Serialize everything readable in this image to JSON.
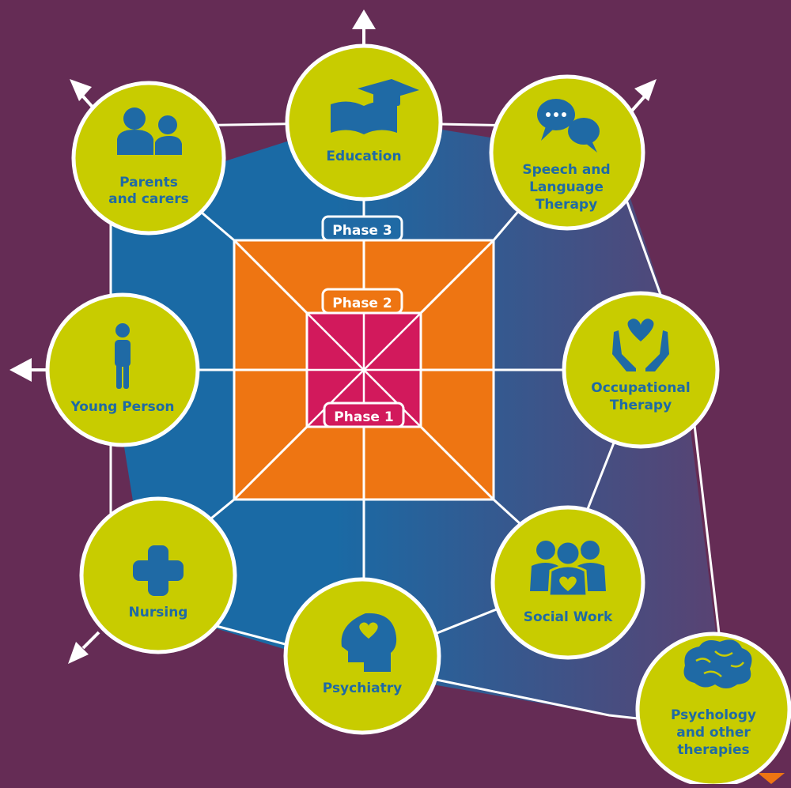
{
  "colors": {
    "background": "#652c55",
    "web_blue": "#1a6aa5",
    "web_purple": "#5e3f6e",
    "phase3_fill": "#ee7512",
    "phase1_fill": "#d2195c",
    "node_fill": "#c8cc00",
    "node_text": "#1f6aa5",
    "lines": "#ffffff"
  },
  "phases": [
    {
      "label": "Phase 3",
      "tab_color": "#1f6aa5"
    },
    {
      "label": "Phase 2",
      "tab_color": "#ee7512"
    },
    {
      "label": "Phase 1",
      "tab_color": "#d2195c"
    }
  ],
  "nodes": {
    "education": {
      "lines": [
        "Education"
      ],
      "icon": "book-graduation-cap-icon"
    },
    "parents": {
      "lines": [
        "Parents",
        "and carers"
      ],
      "icon": "parent-child-icon"
    },
    "speech": {
      "lines": [
        "Speech and",
        "Language",
        "Therapy"
      ],
      "icon": "speech-bubbles-icon"
    },
    "young_person": {
      "lines": [
        "Young Person"
      ],
      "icon": "person-icon"
    },
    "occupational": {
      "lines": [
        "Occupational",
        "Therapy"
      ],
      "icon": "hands-heart-icon"
    },
    "nursing": {
      "lines": [
        "Nursing"
      ],
      "icon": "plus-cross-icon"
    },
    "psychiatry": {
      "lines": [
        "Psychiatry"
      ],
      "icon": "head-heart-icon"
    },
    "social_work": {
      "lines": [
        "Social Work"
      ],
      "icon": "group-heart-icon"
    },
    "psychology": {
      "lines": [
        "Psychology",
        "and other",
        "therapies"
      ],
      "icon": "brain-icon"
    }
  }
}
